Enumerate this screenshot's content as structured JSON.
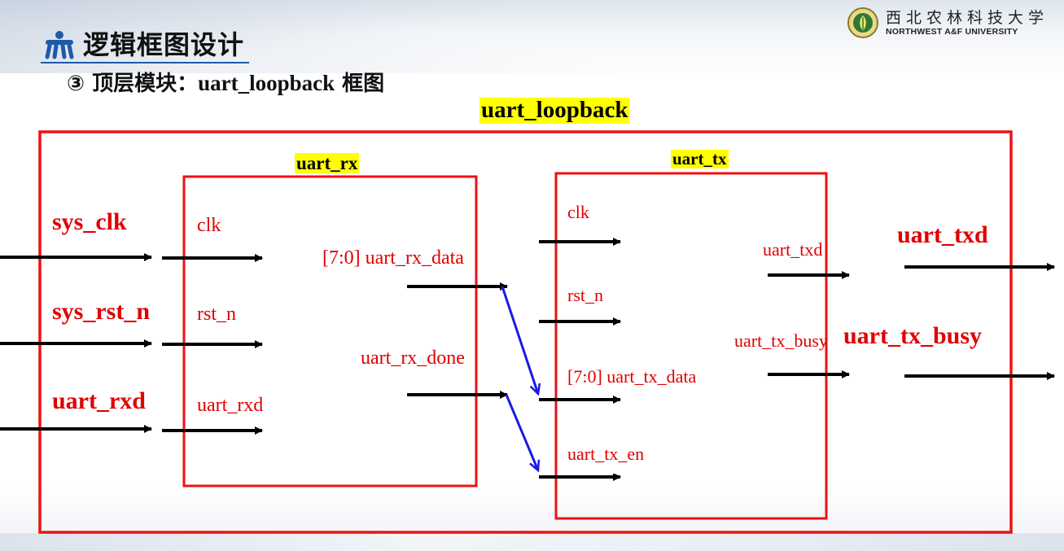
{
  "header": {
    "title": "逻辑框图设计",
    "subtitle_prefix": "③ 顶层模块：",
    "subtitle_module": "uart_loopback",
    "subtitle_suffix": " 框图"
  },
  "university": {
    "name_cn": "西北农林科技大学",
    "name_en": "NORTHWEST A&F UNIVERSITY"
  },
  "diagram": {
    "top_module": "uart_loopback",
    "rx_module": {
      "name": "uart_rx",
      "inputs": [
        "clk",
        "rst_n",
        "uart_rxd"
      ],
      "outputs": [
        "[7:0] uart_rx_data",
        "uart_rx_done"
      ]
    },
    "tx_module": {
      "name": "uart_tx",
      "inputs": [
        "clk",
        "rst_n",
        "[7:0] uart_tx_data",
        "uart_tx_en"
      ],
      "outputs": [
        "uart_txd",
        "uart_tx_busy"
      ]
    },
    "top_inputs": [
      "sys_clk",
      "sys_rst_n",
      "uart_rxd"
    ],
    "top_outputs": [
      "uart_txd",
      "uart_tx_busy"
    ],
    "colors": {
      "module_border": "#ee1111",
      "signal_text": "#e00000",
      "arrow": "#000000",
      "connection": "#1a1ae6",
      "highlight": "#ffff00"
    }
  }
}
